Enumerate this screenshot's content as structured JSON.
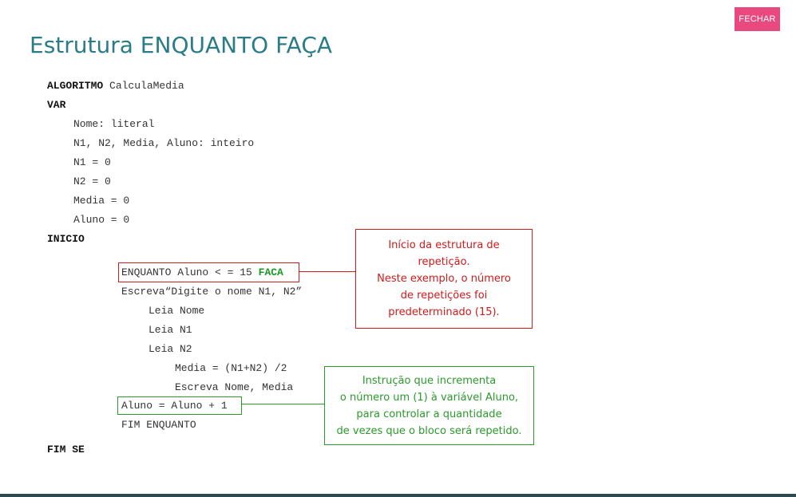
{
  "header": {
    "close_label": "FECHAR",
    "title": "Estrutura ENQUANTO FAÇA"
  },
  "code": {
    "algoritmo_kw": "ALGORITMO",
    "algoritmo_name": " CalculaMedia",
    "var_kw": "VAR",
    "line_nome": "Nome: literal",
    "line_vars": "N1, N2, Media, Aluno: inteiro",
    "line_n1": "N1 = 0",
    "line_n2": "N2 = 0",
    "line_media": "Media = 0",
    "line_aluno": "Aluno = 0",
    "inicio_kw": "INICIO",
    "enquanto_text": "ENQUANTO Aluno < = 15 ",
    "faca_kw": "FACA",
    "line_escreva_prompt": "Escreva“Digite o nome N1, N2”",
    "line_leia_nome": "Leia Nome",
    "line_leia_n1": "Leia N1",
    "line_leia_n2": "Leia N2",
    "line_calc": "Media = (N1+N2) /2",
    "line_escreva_out": "Escreva Nome, Media",
    "line_increment": "Aluno = Aluno + 1",
    "line_fim_enquanto": "FIM ENQUANTO",
    "fim_kw": "FIM SE"
  },
  "callouts": {
    "red": {
      "lines": [
        "Início da estrutura de",
        "repetição.",
        "Neste exemplo, o número",
        "de repetições foi",
        "predeterminado (15)."
      ],
      "color": "#d11a1a"
    },
    "green": {
      "lines": [
        "Instrução que incrementa",
        "o número um (1) à variável Aluno,",
        "para controlar a quantidade",
        "de vezes que o bloco será repetido."
      ],
      "color": "#2a9a2a"
    }
  },
  "colors": {
    "accent_pink": "#e84a7f",
    "title_teal": "#2a7c86",
    "keyword_green": "#1a9a25"
  }
}
